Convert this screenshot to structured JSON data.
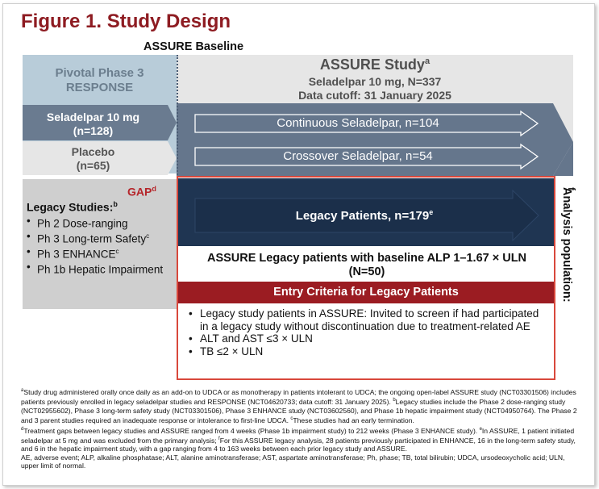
{
  "title": "Figure 1. Study Design",
  "baseline_label": "ASSURE Baseline",
  "pivotal": {
    "line1": "Pivotal Phase 3",
    "line2": "RESPONSE"
  },
  "assure_study": {
    "title": "ASSURE Study",
    "title_sup": "a",
    "line1": "Seladelpar 10 mg, N=337",
    "line2": "Data cutoff: 31 January 2025"
  },
  "seladelpar_arm": {
    "line1": "Seladelpar 10 mg",
    "line2": "(n=128)"
  },
  "placebo_arm": {
    "line1": "Placebo",
    "line2": "(n=65)"
  },
  "continuous_label": "Continuous Seladelpar, n=104",
  "crossover_label": "Crossover Seladelpar, n=54",
  "gap": {
    "label": "GAP",
    "sup": "d"
  },
  "legacy_studies": {
    "title": "Legacy Studies:",
    "title_sup": "b",
    "items": [
      {
        "text": "Ph 2 Dose-ranging",
        "sup": ""
      },
      {
        "text": "Ph 3 Long-term Safety",
        "sup": "c"
      },
      {
        "text": "Ph 3 ENHANCE",
        "sup": "c"
      },
      {
        "text": "Ph 1b Hepatic Impairment",
        "sup": ""
      }
    ]
  },
  "legacy_patients": {
    "text": "Legacy Patients, n=179",
    "sup": "e"
  },
  "assure_legacy": {
    "line1": "ASSURE Legacy patients with baseline ALP 1–1.67 × ULN",
    "line2": "(N=50)"
  },
  "entry_criteria": {
    "title": "Entry Criteria for Legacy Patients",
    "items": [
      "Legacy study patients in ASSURE: Invited to screen if had participated in a legacy study without discontinuation due to treatment-related AE",
      "ALT and AST ≤3 × ULN",
      "TB ≤2 × ULN"
    ]
  },
  "analysis_population": {
    "text": "Analysis population:",
    "sup": "f"
  },
  "footnotes": [
    [
      {
        "sup": "a",
        "text": "Study drug administered orally once daily as an add-on to UDCA or as monotherapy in patients intolerant to UDCA; the ongoing open-label ASSURE study (NCT03301506) includes patients previously enrolled in legacy seladelpar studies and RESPONSE (NCT04620733; data cutoff: 31 January 2025). "
      },
      {
        "sup": "b",
        "text": "Legacy studies include the Phase 2 dose-ranging study (NCT02955602), Phase 3 long-term safety study (NCT03301506), Phase 3 ENHANCE study (NCT03602560), and Phase 1b hepatic impairment study (NCT04950764). The Phase 2 and 3 parent studies required an inadequate response or intolerance to first-line UDCA. "
      },
      {
        "sup": "c",
        "text": "These studies had an early termination."
      }
    ],
    [
      {
        "sup": "d",
        "text": "Treatment gaps between legacy studies and ASSURE ranged from 4 weeks (Phase 1b impairment study) to 212 weeks (Phase 3 ENHANCE study). "
      },
      {
        "sup": "e",
        "text": "In ASSURE, 1 patient initiated seladelpar at 5 mg and was excluded from the primary analysis; "
      },
      {
        "sup": "f",
        "text": "For this ASSURE legacy analysis, 28 patients previously participated in ENHANCE, 16 in the long-term safety study, and 6 in the hepatic impairment study, with a gap ranging from 4 to 163 weeks between each prior legacy study and ASSURE."
      }
    ],
    [
      {
        "sup": "",
        "text": "AE, adverse event; ALP, alkaline phosphatase; ALT, alanine aminotransferase; AST, aspartate aminotransferase; Ph, phase; TB, total bilirubin; UDCA, ursodeoxycholic acid; ULN, upper limit of normal."
      }
    ]
  ],
  "colors": {
    "title_red": "#8e1c22",
    "slate_blue": "#65768c",
    "navy": "#1f3552",
    "pale_blue": "#b8ccd9",
    "gap_red": "#b5252a",
    "entry_red": "#9b1c22",
    "outline_red": "#d8483c"
  }
}
